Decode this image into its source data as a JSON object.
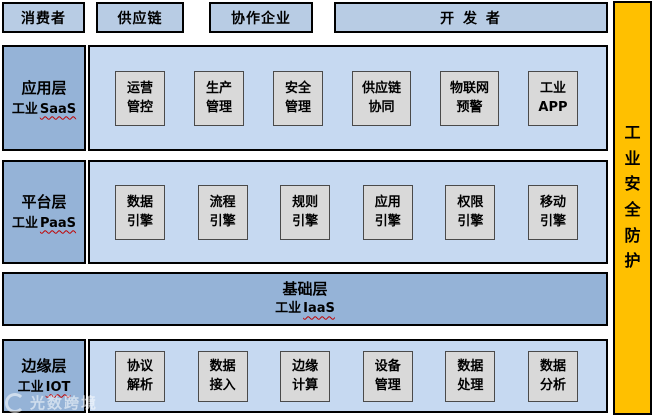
{
  "top_row": {
    "items": [
      {
        "label": "消费者"
      },
      {
        "label": "供应链"
      },
      {
        "label": "协作企业"
      },
      {
        "label": "开 发 者"
      }
    ]
  },
  "layers": [
    {
      "name": "应用层",
      "sub_cn": "工业",
      "sub_en": "SaaS",
      "modules": [
        "运营\n管控",
        "生产\n管理",
        "安全\n管理",
        "供应链\n协同",
        "物联网\n预警",
        "工业\nAPP"
      ]
    },
    {
      "name": "平台层",
      "sub_cn": "工业",
      "sub_en": "PaaS",
      "modules": [
        "数据\n引擎",
        "流程\n引擎",
        "规则\n引擎",
        "应用\n引擎",
        "权限\n引擎",
        "移动\n引擎"
      ]
    },
    {
      "name": "基础层",
      "sub_cn": "工业",
      "sub_en": "IaaS"
    },
    {
      "name": "边缘层",
      "sub_cn": "工业",
      "sub_en": "IOT",
      "modules": [
        "协议\n解析",
        "数据\n接入",
        "边缘\n计算",
        "设备\n管理",
        "数据\n处理",
        "数据\n分析"
      ]
    }
  ],
  "security_bar": {
    "label": "工\n业\n安\n全\n防\n护"
  },
  "watermark": {
    "text": "光数跨境"
  },
  "colors": {
    "top-box-blue": "#b8cce4",
    "row-blue": "#c6d9f1",
    "header-blue": "#95b3d7",
    "module-gray": "#d9d9d9",
    "module-border": "#4a4a4a",
    "outline-black": "#000000",
    "security-orange": "#ffc000",
    "spellcheck-red": "#c00000"
  }
}
